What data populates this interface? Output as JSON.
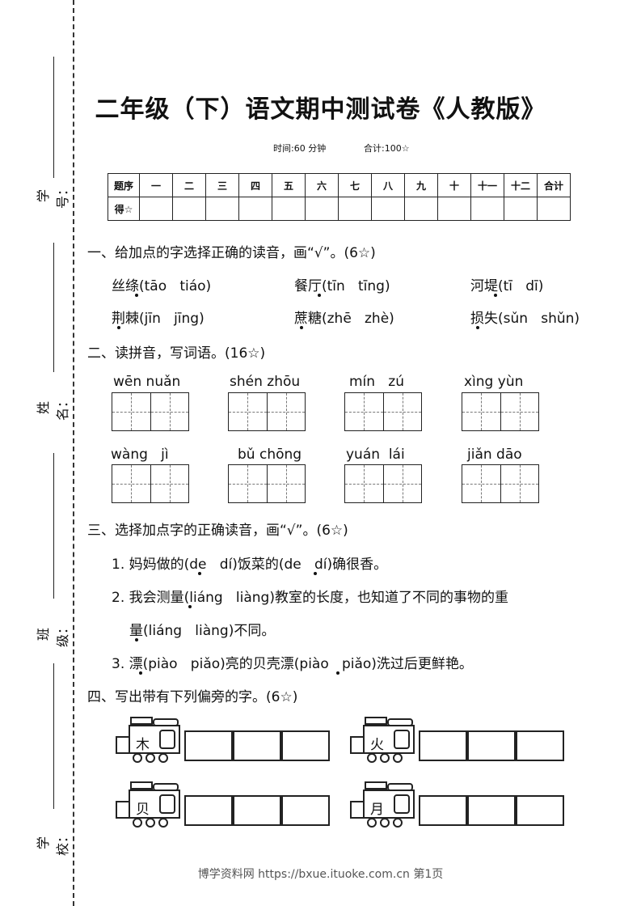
{
  "side": {
    "student_id_label": "学号：",
    "name_label": "姓名：",
    "class_label": "班级：",
    "school_label": "学校："
  },
  "header": {
    "title": "二年级（下）语文期中测试卷《人教版》",
    "time": "时间:60 分钟",
    "total": "合计:100☆"
  },
  "score_table": {
    "headers": [
      "题序",
      "一",
      "二",
      "三",
      "四",
      "五",
      "六",
      "七",
      "八",
      "九",
      "十",
      "十一",
      "十二",
      "合计"
    ],
    "row_label": "得☆"
  },
  "q1": {
    "title": "一、给加点的字选择正确的读音，画“√”。(6☆)",
    "items": [
      "丝绦(tāo   tiáo)",
      "餐厅(tīn   tīng)",
      "河堤(tī   dī)",
      "荆棘(jīn   jīng)",
      "蔗糖(zhē   zhè)",
      "损失(sǔn   shǔn)"
    ]
  },
  "q2": {
    "title": "二、读拼音，写词语。(16☆)",
    "pinyin": [
      "wēn nuǎn",
      "shén zhōu",
      "mín   zú",
      "xìng yùn",
      "wàng   jì",
      "bǔ chōng",
      "yuán  lái",
      "jiǎn dāo"
    ]
  },
  "q3": {
    "title": "三、选择加点字的正确读音，画“√”。(6☆)",
    "lines": [
      "1. 妈妈做的(de   dí)饭菜的(de   dí)确很香。",
      "2. 我会测量(liáng   liàng)教室的长度，也知道了不同的事物的重",
      "量(liáng   liàng)不同。",
      "3. 漂(piào   piǎo)亮的贝壳漂(piào   piǎo)洗过后更鲜艳。"
    ]
  },
  "q4": {
    "title": "四、写出带有下列偏旁的字。(6☆)",
    "radicals": [
      "木",
      "火",
      "贝",
      "月"
    ]
  },
  "footer": "博学资料网 https://bxue.ituoke.com.cn   第1页"
}
